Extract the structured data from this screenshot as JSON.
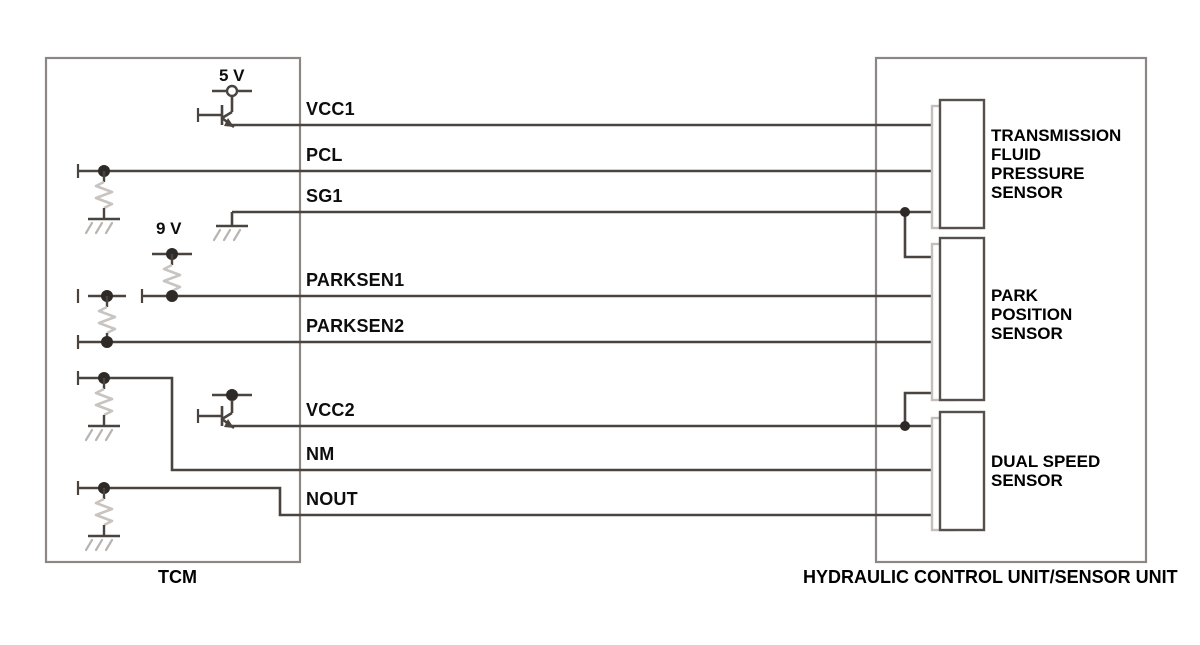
{
  "diagram": {
    "title_left": "TCM",
    "title_right": "HYDRAULIC CONTROL UNIT/SENSOR UNIT",
    "wire_color": "#4a4440",
    "box_color": "#8c8784",
    "connector_color": "#55504d"
  },
  "voltages": [
    {
      "id": "v5",
      "label": "5 V"
    },
    {
      "id": "v9",
      "label": "9 V"
    }
  ],
  "signals": [
    {
      "id": "vcc1",
      "label": "VCC1"
    },
    {
      "id": "pcl",
      "label": "PCL"
    },
    {
      "id": "sg1",
      "label": "SG1"
    },
    {
      "id": "parksen1",
      "label": "PARKSEN1"
    },
    {
      "id": "parksen2",
      "label": "PARKSEN2"
    },
    {
      "id": "vcc2",
      "label": "VCC2"
    },
    {
      "id": "nm",
      "label": "NM"
    },
    {
      "id": "nout",
      "label": "NOUT"
    }
  ],
  "sensors": [
    {
      "id": "transmission-fluid-pressure-sensor",
      "lines": [
        "TRANSMISSION",
        "FLUID",
        "PRESSURE",
        "SENSOR"
      ]
    },
    {
      "id": "park-position-sensor",
      "lines": [
        "PARK",
        "POSITION",
        "SENSOR"
      ]
    },
    {
      "id": "dual-speed-sensor",
      "lines": [
        "DUAL SPEED",
        "SENSOR"
      ]
    }
  ]
}
